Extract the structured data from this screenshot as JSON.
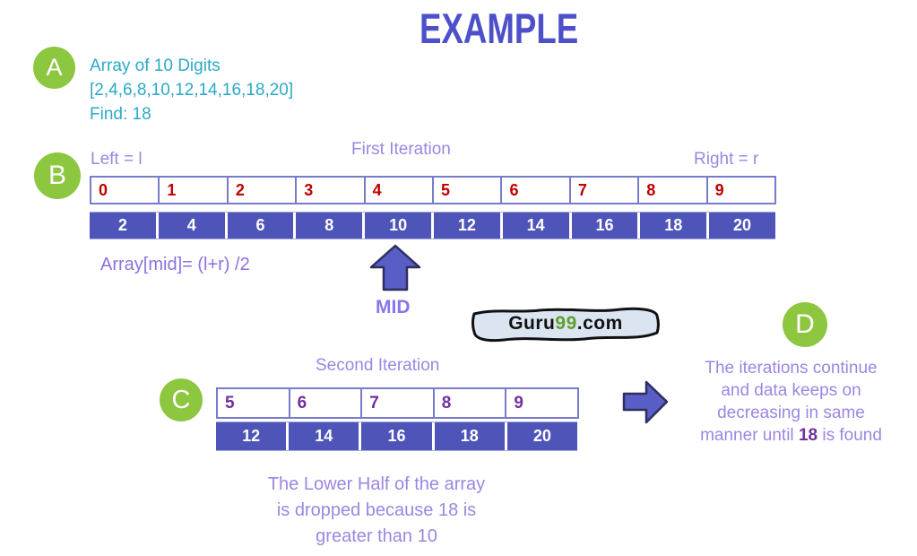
{
  "title": "EXAMPLE",
  "logo": {
    "part1": "Guru",
    "part2": "99",
    "part3": ".com"
  },
  "a": {
    "badge": "A",
    "line1": "Array of 10 Digits",
    "line2": "[2,4,6,8,10,12,14,16,18,20]",
    "line3": "Find: 18"
  },
  "b": {
    "badge": "B",
    "left_label": "Left = l",
    "right_label": "Right = r",
    "iteration_title": "First Iteration",
    "indices": [
      "0",
      "1",
      "2",
      "3",
      "4",
      "5",
      "6",
      "7",
      "8",
      "9"
    ],
    "values": [
      "2",
      "4",
      "6",
      "8",
      "10",
      "12",
      "14",
      "16",
      "18",
      "20"
    ],
    "formula": "Array[mid]= (l+r) /2",
    "mid_label": "MID"
  },
  "c": {
    "badge": "C",
    "iteration_title": "Second Iteration",
    "indices": [
      "5",
      "6",
      "7",
      "8",
      "9"
    ],
    "values": [
      "12",
      "14",
      "16",
      "18",
      "20"
    ],
    "caption_line1": "The Lower Half of the array",
    "caption_line2": "is dropped because 18 is",
    "caption_line3": "greater than 10"
  },
  "d": {
    "badge": "D",
    "line1": "The iterations continue",
    "line2": "and data keeps on",
    "line3": "decreasing in same",
    "line4_pre": "manner until ",
    "line4_bold": "18",
    "line4_post": " is found"
  },
  "colors": {
    "title": "#4d50c8",
    "teal_text": "#2BA9C9",
    "badge_green": "#8dc63f",
    "light_purple_text": "#9C86E3",
    "formula_purple": "#8F6FE0",
    "index_red": "#C00000",
    "index_purple": "#7030A0",
    "cell_purple": "#4F55B8",
    "arrow_fill": "#585EC6",
    "logo_green": "#5f9e2f"
  }
}
